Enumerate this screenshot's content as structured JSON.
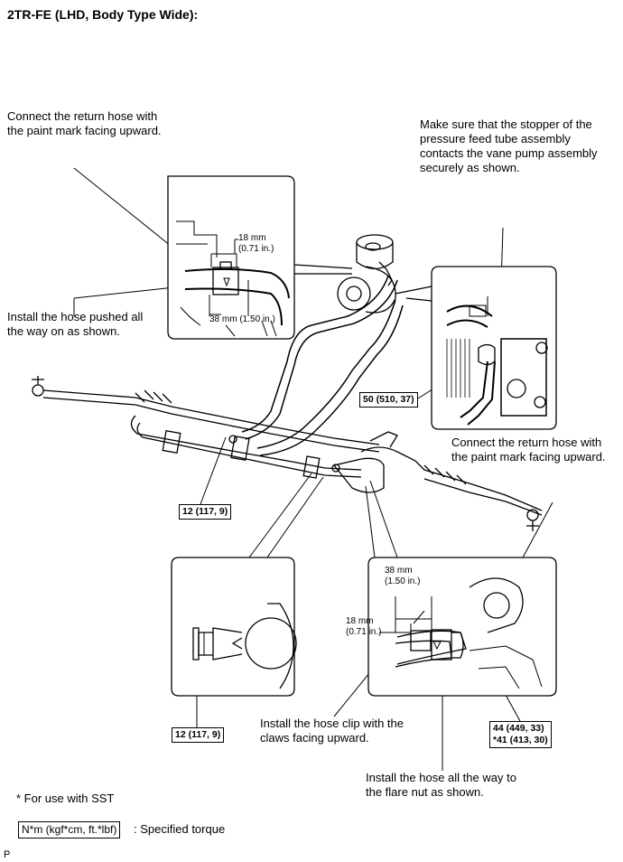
{
  "title": "2TR-FE (LHD, Body Type Wide):",
  "callouts": {
    "connect_return_top": "Connect the return hose with\nthe paint mark facing upward.",
    "stopper": "Make sure that the stopper of the\npressure feed tube assembly\ncontacts the vane pump assembly\nsecurely as shown.",
    "install_pushed": "Install the hose pushed all\nthe way on as shown.",
    "connect_return_right": "Connect the return hose with\nthe paint mark facing upward.",
    "hose_clip": "Install the hose clip with the\nclaws facing upward.",
    "hose_flare": "Install the hose all the way to\nthe flare nut as shown."
  },
  "dimensions": {
    "top_18": "18 mm\n(0.71 in.)",
    "top_38": "38 mm (1.50 in.)",
    "bot_38": "38 mm\n(1.50 in.)",
    "bot_18": "18 mm\n(0.71 in.)"
  },
  "torque_boxes": {
    "t50": "50 (510, 37)",
    "t12a": "12 (117, 9)",
    "t12b": "12 (117, 9)",
    "t44": "44 (449, 33)\n*41 (413, 30)"
  },
  "legend": {
    "sst_note": "* For use with SST",
    "torque_unit": "N*m (kgf*cm, ft.*lbf)",
    "torque_desc": ": Specified torque"
  },
  "corner_mark": "P"
}
